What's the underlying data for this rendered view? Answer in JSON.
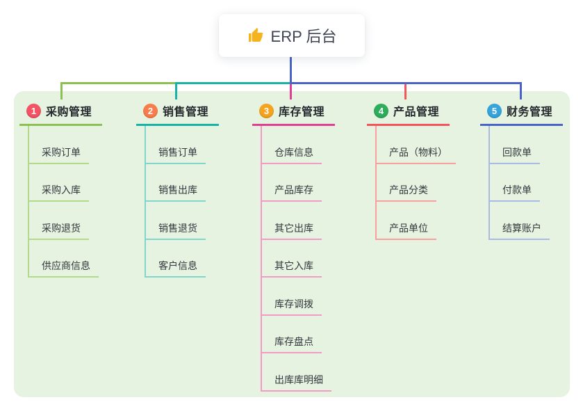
{
  "root": {
    "title": "ERP 后台",
    "icon": "thumbs-up-icon",
    "icon_color": "#f5b31e",
    "node_bg": "#ffffff",
    "connector_color": "#4a63c8"
  },
  "canvas": {
    "page_bg": "#ffffff",
    "panel_bg": "#e5f3e0"
  },
  "branches": [
    {
      "id": "purchase",
      "badge": "1",
      "badge_color": "#f25465",
      "label": "采购管理",
      "line_color": "#8cc152",
      "tint_color": "#b3d98a",
      "children": [
        "采购订单",
        "采购入库",
        "采购退货",
        "供应商信息"
      ]
    },
    {
      "id": "sales",
      "badge": "2",
      "badge_color": "#f87d4c",
      "label": "销售管理",
      "line_color": "#17b3a6",
      "tint_color": "#82d5ca",
      "children": [
        "销售订单",
        "销售出库",
        "销售退货",
        "客户信息"
      ]
    },
    {
      "id": "inventory",
      "badge": "3",
      "badge_color": "#f5a41f",
      "label": "库存管理",
      "line_color": "#e23e92",
      "tint_color": "#f19bc5",
      "children": [
        "仓库信息",
        "产品库存",
        "其它出库",
        "其它入库",
        "库存调拨",
        "库存盘点",
        "出库库明细"
      ]
    },
    {
      "id": "product",
      "badge": "4",
      "badge_color": "#2ead5c",
      "label": "产品管理",
      "line_color": "#f4555d",
      "tint_color": "#f7a09f",
      "children": [
        "产品（物料）",
        "产品分类",
        "产品单位"
      ]
    },
    {
      "id": "finance",
      "badge": "5",
      "badge_color": "#36a4dc",
      "label": "财务管理",
      "line_color": "#4a63c8",
      "tint_color": "#a9bbe4",
      "children": [
        "回款单",
        "付款单",
        "结算账户"
      ]
    }
  ]
}
